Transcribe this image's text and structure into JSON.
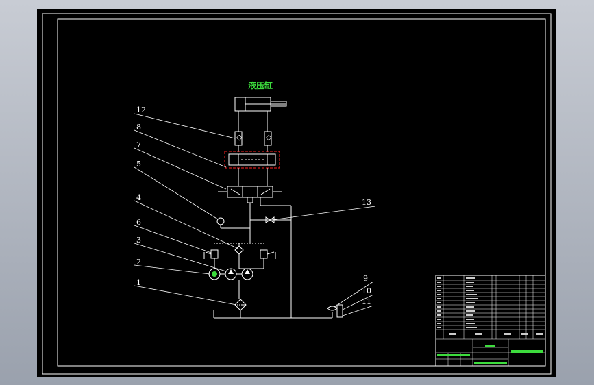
{
  "diagram": {
    "title": "液压缸",
    "callouts": [
      "12",
      "8",
      "7",
      "5",
      "4",
      "6",
      "3",
      "2",
      "1",
      "13",
      "9",
      "10",
      "11"
    ]
  },
  "colors": {
    "background": "#000000",
    "lines": "#ffffff",
    "title": "#3ddc3d",
    "highlight_box": "#ff2020"
  }
}
